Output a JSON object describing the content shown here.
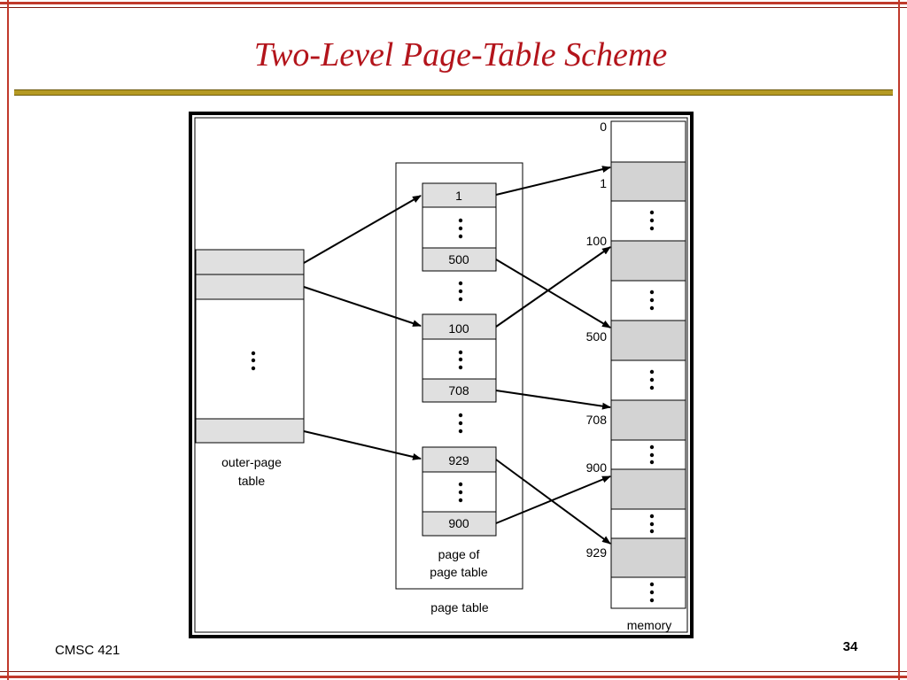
{
  "slide": {
    "title": "Two-Level Page-Table Scheme",
    "footer_left": "CMSC 421",
    "page_number": "34"
  },
  "diagram": {
    "outer_table_label": [
      "outer-page",
      "table"
    ],
    "page_of_table_label": [
      "page of",
      "page table"
    ],
    "page_table_label": "page table",
    "memory_label": "memory",
    "inner_tables": [
      {
        "top": "1",
        "bottom": "500"
      },
      {
        "top": "100",
        "bottom": "708"
      },
      {
        "top": "929",
        "bottom": "900"
      }
    ],
    "memory_addresses": [
      "0",
      "1",
      "100",
      "500",
      "708",
      "900",
      "929"
    ]
  },
  "colors": {
    "title": "#b3141b",
    "frame": "#c0392b",
    "rule": "#b59a23",
    "cell_fill": "#e0e0e0",
    "memory_fill": "#d3d3d3"
  }
}
